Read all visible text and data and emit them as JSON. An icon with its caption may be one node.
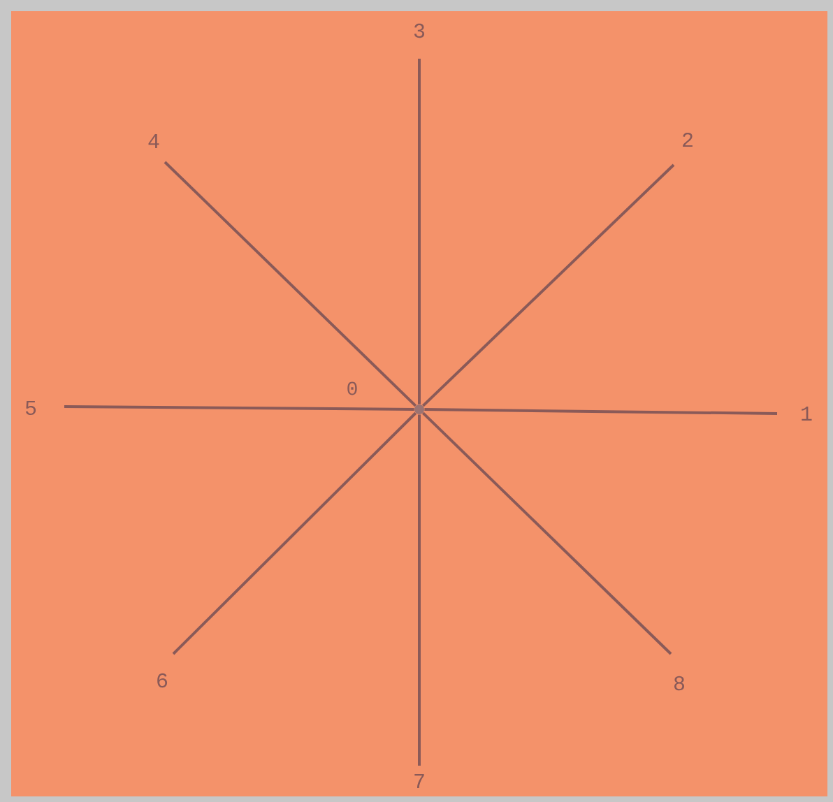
{
  "diagram": {
    "nodes": [
      {
        "text": [
          "3"
        ]
      },
      {
        "text": [
          "4"
        ]
      },
      {
        "text": [
          "2"
        ]
      },
      {
        "text": [],
        "shape": "circle",
        "beside": [
          "0"
        ]
      },
      {
        "text": [
          "5"
        ]
      },
      {
        "text": [
          "1"
        ]
      },
      {
        "text": [
          "6"
        ]
      },
      {
        "text": [
          "8"
        ]
      },
      {
        "text": [
          "7"
        ]
      }
    ],
    "edges": [
      {
        "from": 3,
        "to": 5,
        "arrow": "none"
      },
      {
        "from": 3,
        "to": 2,
        "arrow": "none"
      },
      {
        "from": 3,
        "to": 0,
        "arrow": "none"
      },
      {
        "from": 3,
        "to": 1,
        "arrow": "none"
      },
      {
        "from": 3,
        "to": 4,
        "arrow": "none"
      },
      {
        "from": 3,
        "to": 6,
        "arrow": "none"
      },
      {
        "from": 3,
        "to": 8,
        "arrow": "none"
      },
      {
        "from": 3,
        "to": 7,
        "arrow": "none"
      }
    ]
  }
}
